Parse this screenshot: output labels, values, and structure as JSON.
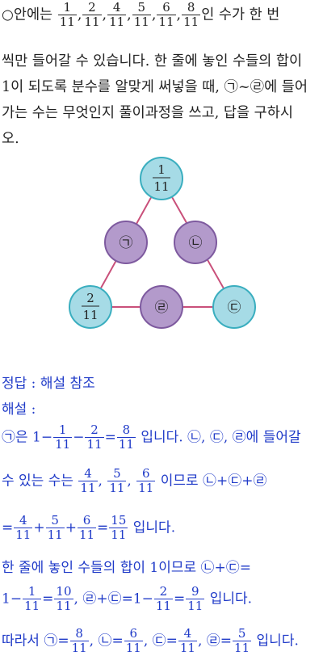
{
  "question": {
    "circle_symbol": "○",
    "text_1": "안에는",
    "fractions": [
      {
        "n": "1",
        "d": "11"
      },
      {
        "n": "2",
        "d": "11"
      },
      {
        "n": "4",
        "d": "11"
      },
      {
        "n": "5",
        "d": "11"
      },
      {
        "n": "6",
        "d": "11"
      },
      {
        "n": "8",
        "d": "11"
      }
    ],
    "comma": ",",
    "text_2": "인 수가 한 번",
    "line_2": "씩만 들어갈 수 있습니다. 한 줄에 놓인 수들의 합이",
    "line_3": "1이 되도록 분수를 알맞게 써넣을 때, ㉠~㉣에 들어",
    "line_4": "가는 수는 무엇인지 풀이과정을 쓰고, 답을 구하시",
    "line_5": "오."
  },
  "diagram": {
    "colors": {
      "line": "#c9507a",
      "blue_fill": "#a6dbe6",
      "blue_stroke": "#3aaebf",
      "purple_fill": "#b39acb",
      "purple_stroke": "#7e5a9f",
      "text": "#222222"
    },
    "top_node": {
      "n": "1",
      "d": "11"
    },
    "left_node": {
      "n": "2",
      "d": "11"
    },
    "label_a": "㉠",
    "label_b": "㉡",
    "label_c": "㉢",
    "label_d": "㉣"
  },
  "solution": {
    "answer_line": "정답 : 해설 참조",
    "explain_label": "해설 :",
    "l1": {
      "start": "㉠은 1",
      "minus": "−",
      "f1": {
        "n": "1",
        "d": "11"
      },
      "f2": {
        "n": "2",
        "d": "11"
      },
      "eq": "=",
      "f3": {
        "n": "8",
        "d": "11"
      },
      "end": "입니다. ㉡, ㉢, ㉣에 들어갈"
    },
    "l2": {
      "start": "수 있는 수는",
      "f1": {
        "n": "4",
        "d": "11"
      },
      "sep": ",",
      "f2": {
        "n": "5",
        "d": "11"
      },
      "f3": {
        "n": "6",
        "d": "11"
      },
      "end": "이므로 ㉡+㉢+㉣"
    },
    "l3": {
      "eq": "=",
      "f1": {
        "n": "4",
        "d": "11"
      },
      "plus": "+",
      "f2": {
        "n": "5",
        "d": "11"
      },
      "f3": {
        "n": "6",
        "d": "11"
      },
      "f4": {
        "n": "15",
        "d": "11"
      },
      "end": "입니다."
    },
    "l4": "한 줄에 놓인 수들의 합이 1이므로 ㉡+㉢=",
    "l5": {
      "one": "1",
      "minus": "−",
      "f1": {
        "n": "1",
        "d": "11"
      },
      "eq": "=",
      "f2": {
        "n": "10",
        "d": "11"
      },
      "mid": ", ㉣+㉢=1",
      "f3": {
        "n": "2",
        "d": "11"
      },
      "f4": {
        "n": "9",
        "d": "11"
      },
      "end": "입니다."
    },
    "l6": {
      "start": "따라서 ㉠=",
      "f1": {
        "n": "8",
        "d": "11"
      },
      "b": ", ㉡=",
      "f2": {
        "n": "6",
        "d": "11"
      },
      "c": ", ㉢=",
      "f3": {
        "n": "4",
        "d": "11"
      },
      "d": ", ㉣=",
      "f4": {
        "n": "5",
        "d": "11"
      },
      "end": "입니다."
    }
  }
}
